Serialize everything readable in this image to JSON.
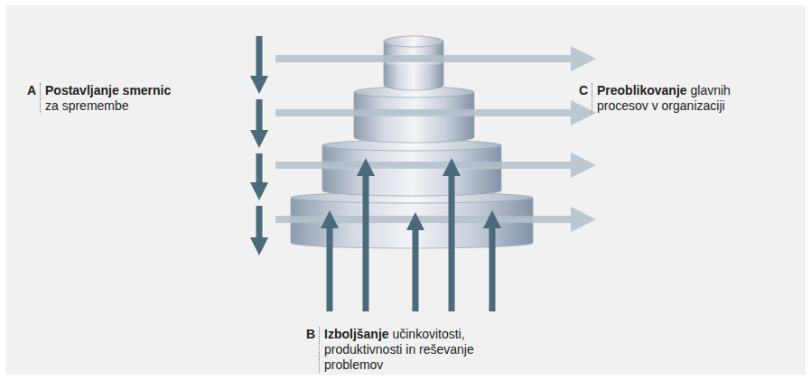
{
  "diagram": {
    "labels": [
      "A",
      "Postavljanje smernic",
      "za spremembe",
      "C",
      "Preoblikovanje",
      "glavnih procesov v organizaciji",
      "B",
      "Izboljšanje",
      "učinkovitosti, produktivnosti in reševanje problemov"
    ]
  }
}
